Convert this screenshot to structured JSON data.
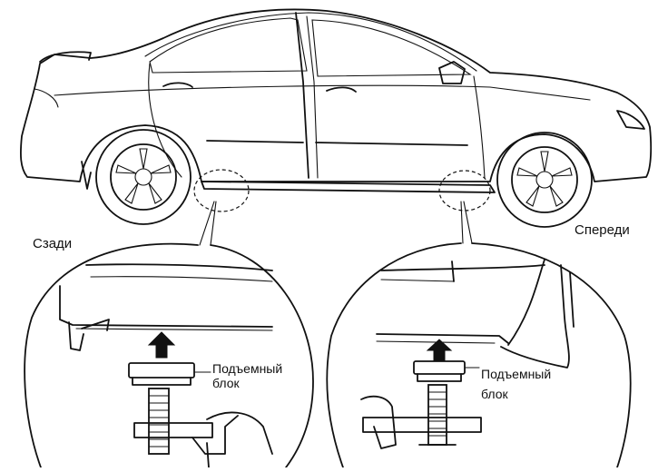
{
  "labels": {
    "rear": "Сзади",
    "front": "Спереди",
    "lift_block_left_line1": "Подъемный",
    "lift_block_left_line2": "блок",
    "lift_block_right_line1": "Подъемный",
    "lift_block_right_line2": "блок"
  }
}
